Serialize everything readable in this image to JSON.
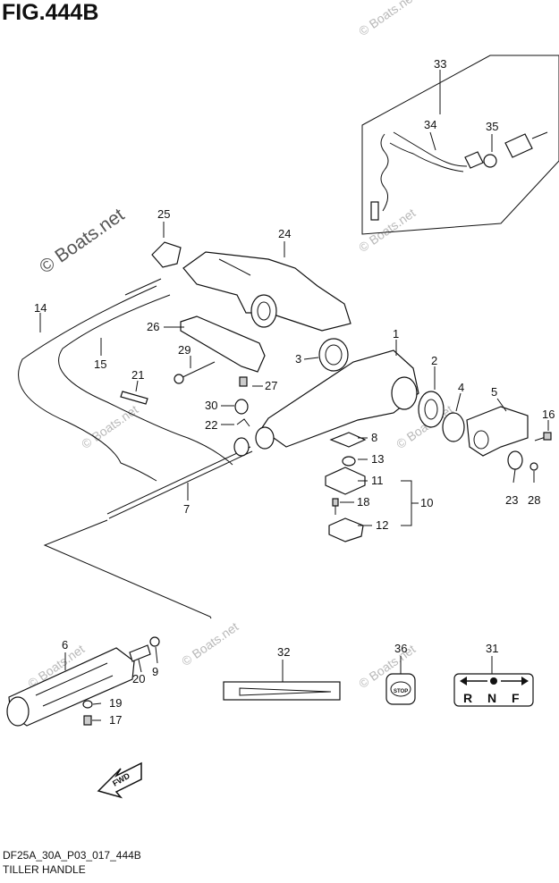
{
  "header": {
    "title": "FIG.444B"
  },
  "footer": {
    "code": "DF25A_30A_P03_017_444B",
    "name": "TILLER HANDLE"
  },
  "watermarks": [
    "© Boats.net",
    "© Boats.net",
    "© Boats.net",
    "© Boats.net",
    "© Boats.net",
    "© Boats.net",
    "© Boats.net",
    "© Boats.net"
  ],
  "callouts": [
    "1",
    "2",
    "3",
    "4",
    "5",
    "6",
    "7",
    "8",
    "9",
    "10",
    "11",
    "12",
    "13",
    "14",
    "15",
    "16",
    "17",
    "18",
    "19",
    "20",
    "21",
    "22",
    "23",
    "24",
    "25",
    "26",
    "27",
    "28",
    "29",
    "30",
    "31",
    "32",
    "33",
    "34",
    "35",
    "36"
  ],
  "labels": {
    "fwd": "FWD",
    "stop": "STOP",
    "r": "R",
    "n": "N",
    "f": "F"
  }
}
